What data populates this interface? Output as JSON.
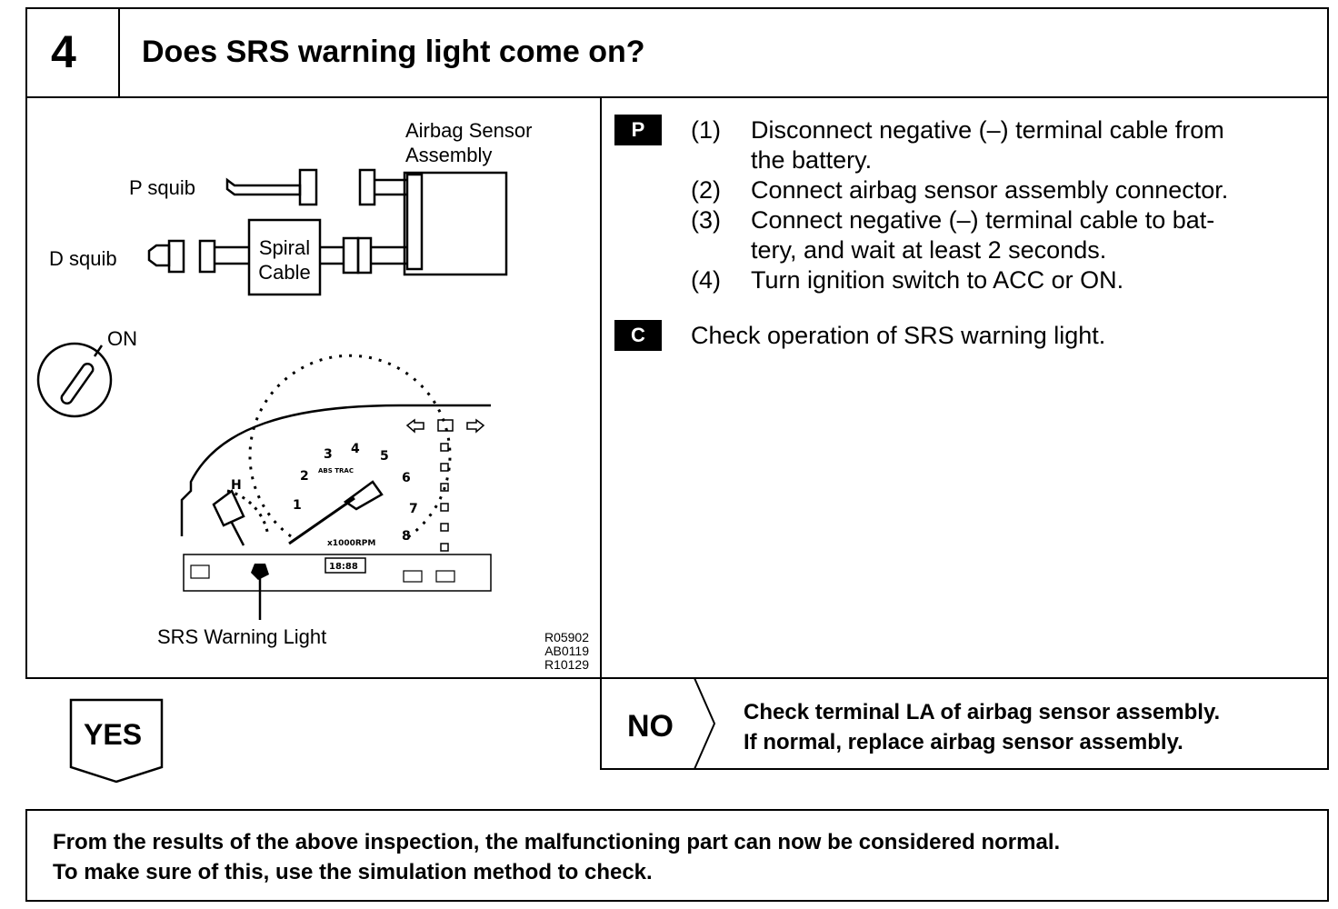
{
  "step": {
    "number": "4",
    "question": "Does SRS warning light come on?"
  },
  "diagram": {
    "airbag_sensor_label_line1": "Airbag Sensor",
    "airbag_sensor_label_line2": "Assembly",
    "p_squib": "P squib",
    "d_squib": "D squib",
    "spiral_line1": "Spiral",
    "spiral_line2": "Cable",
    "ignition_on": "ON",
    "srs_warning_light": "SRS Warning Light",
    "codes": [
      "R05902",
      "AB0119",
      "R10129"
    ]
  },
  "instructions": {
    "prep_tag": "P",
    "check_tag": "C",
    "steps": [
      {
        "num": "(1)",
        "text_line1": "Disconnect negative (–) terminal cable from",
        "text_line2": "the battery."
      },
      {
        "num": "(2)",
        "text_line1": "Connect airbag sensor assembly connector."
      },
      {
        "num": "(3)",
        "text_line1": "Connect negative (–) terminal cable to bat-",
        "text_line2": "tery, and wait at least 2 seconds."
      },
      {
        "num": "(4)",
        "text_line1": "Turn ignition switch to ACC or ON."
      }
    ],
    "check_text": "Check operation of SRS warning light."
  },
  "answers": {
    "yes": "YES",
    "no": "NO",
    "no_line1": "Check terminal LA of airbag sensor assembly.",
    "no_line2": "If normal, replace airbag sensor assembly."
  },
  "footer": {
    "line1": "From the results of the above inspection, the malfunctioning part can now be considered normal.",
    "line2": "To make sure of this, use the simulation method to check."
  }
}
